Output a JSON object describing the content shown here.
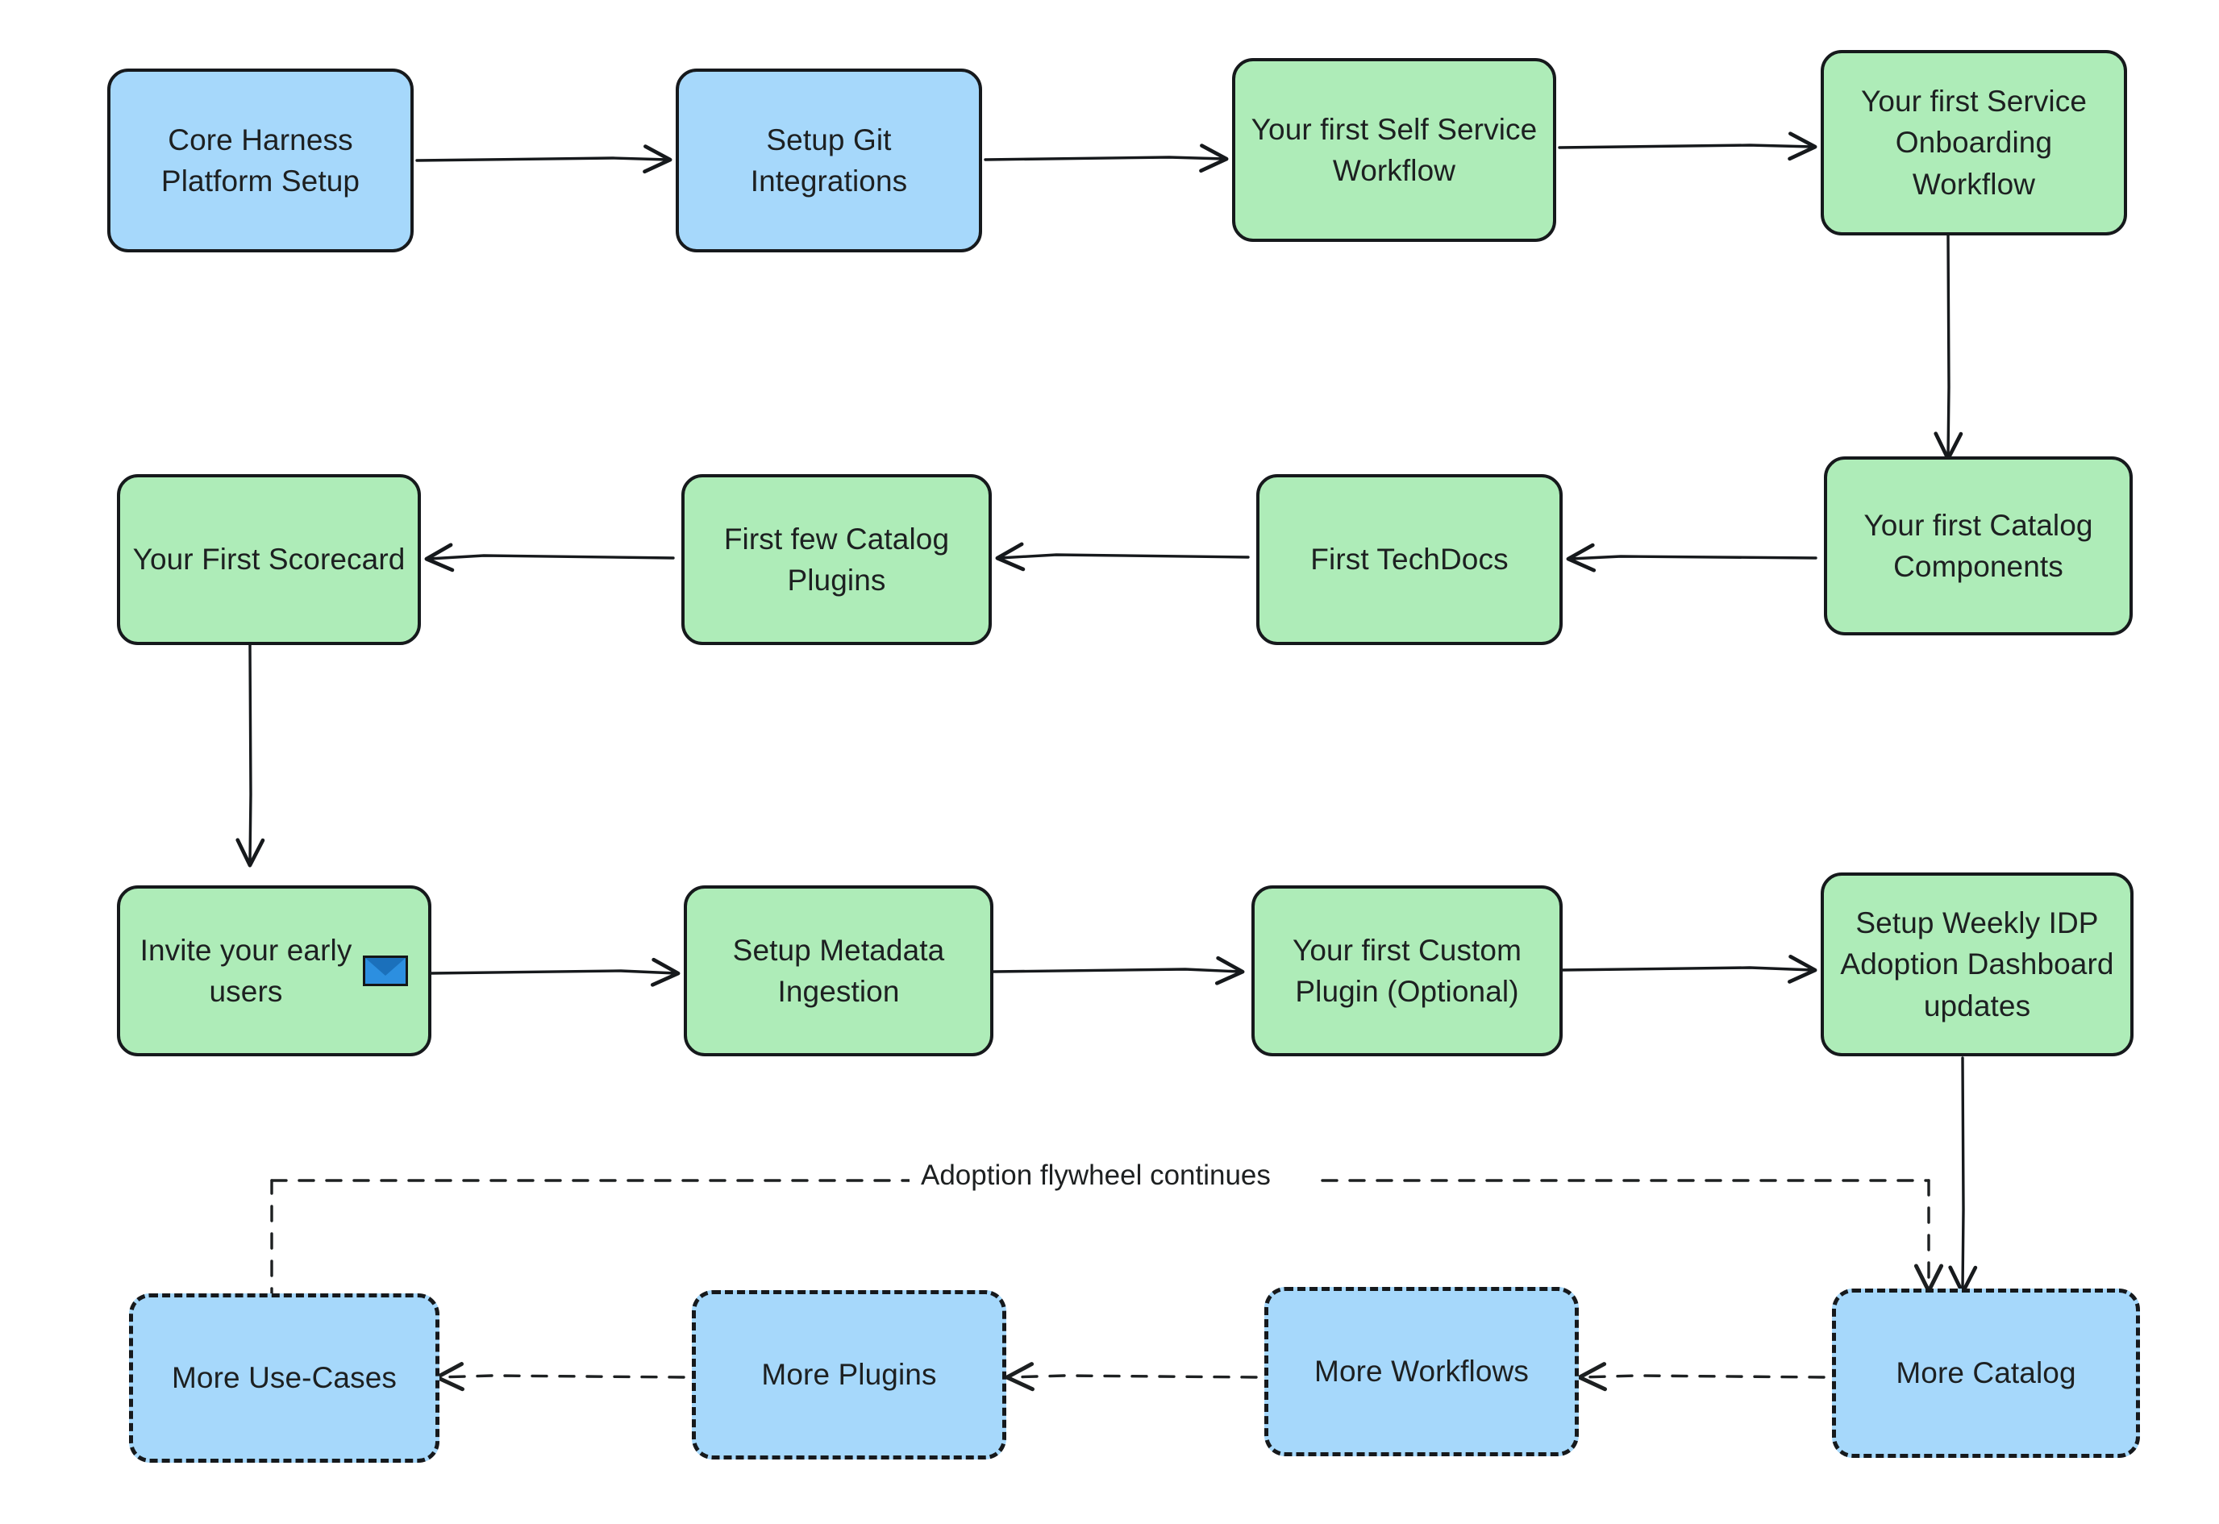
{
  "diagram": {
    "title": "Harness IDP adoption flywheel flowchart",
    "background": "#ffffff",
    "colors": {
      "blue_fill": "#a6d8fb",
      "green_fill": "#aeecb8",
      "stroke": "#16191c",
      "text": "#1d2021",
      "envelope_blue": "#2c8fe0"
    },
    "rows": [
      {
        "name": "row-1-foundation",
        "nodes": [
          {
            "id": "core-harness-platform-setup",
            "label": "Core Harness\nPlatform Setup",
            "fill": "blue",
            "style": "solid"
          },
          {
            "id": "setup-git-integrations",
            "label": "Setup Git\nIntegrations",
            "fill": "blue",
            "style": "solid"
          },
          {
            "id": "your-first-self-service-workflow",
            "label": "Your first Self Service\nWorkflow",
            "fill": "green",
            "style": "solid"
          },
          {
            "id": "your-first-service-onboarding-workflow",
            "label": "Your first Service\nOnboarding\nWorkflow",
            "fill": "green",
            "style": "solid"
          }
        ]
      },
      {
        "name": "row-2-catalog",
        "nodes": [
          {
            "id": "your-first-scorecard",
            "label": "Your First Scorecard",
            "fill": "green",
            "style": "solid"
          },
          {
            "id": "first-few-catalog-plugins",
            "label": "First few Catalog\nPlugins",
            "fill": "green",
            "style": "solid"
          },
          {
            "id": "first-techdocs",
            "label": "First TechDocs",
            "fill": "green",
            "style": "solid"
          },
          {
            "id": "your-first-catalog-components",
            "label": "Your first Catalog\nComponents",
            "fill": "green",
            "style": "solid"
          }
        ]
      },
      {
        "name": "row-3-adoption",
        "nodes": [
          {
            "id": "invite-your-early-users",
            "label": "Invite your early\nusers",
            "fill": "green",
            "style": "solid",
            "icon": "envelope-icon"
          },
          {
            "id": "setup-metadata-ingestion",
            "label": "Setup Metadata\nIngestion",
            "fill": "green",
            "style": "solid"
          },
          {
            "id": "your-first-custom-plugin",
            "label": "Your first Custom\nPlugin (Optional)",
            "fill": "green",
            "style": "solid"
          },
          {
            "id": "setup-weekly-idp-adoption-dashboard-updates",
            "label": "Setup Weekly IDP\nAdoption Dashboard\nupdates",
            "fill": "green",
            "style": "solid"
          }
        ]
      },
      {
        "name": "row-4-scale",
        "nodes": [
          {
            "id": "more-use-cases",
            "label": "More Use-Cases",
            "fill": "blue",
            "style": "dashed"
          },
          {
            "id": "more-plugins",
            "label": "More Plugins",
            "fill": "blue",
            "style": "dashed"
          },
          {
            "id": "more-workflows",
            "label": "More Workflows",
            "fill": "blue",
            "style": "dashed"
          },
          {
            "id": "more-catalog",
            "label": "More Catalog",
            "fill": "blue",
            "style": "dashed"
          }
        ]
      }
    ],
    "edge_labels": {
      "adoption_flywheel": "Adoption flywheel continues"
    },
    "edges": [
      {
        "from": "core-harness-platform-setup",
        "to": "setup-git-integrations",
        "style": "solid"
      },
      {
        "from": "setup-git-integrations",
        "to": "your-first-self-service-workflow",
        "style": "solid"
      },
      {
        "from": "your-first-self-service-workflow",
        "to": "your-first-service-onboarding-workflow",
        "style": "solid"
      },
      {
        "from": "your-first-service-onboarding-workflow",
        "to": "your-first-catalog-components",
        "style": "solid"
      },
      {
        "from": "your-first-catalog-components",
        "to": "first-techdocs",
        "style": "solid"
      },
      {
        "from": "first-techdocs",
        "to": "first-few-catalog-plugins",
        "style": "solid"
      },
      {
        "from": "first-few-catalog-plugins",
        "to": "your-first-scorecard",
        "style": "solid"
      },
      {
        "from": "your-first-scorecard",
        "to": "invite-your-early-users",
        "style": "solid"
      },
      {
        "from": "invite-your-early-users",
        "to": "setup-metadata-ingestion",
        "style": "solid"
      },
      {
        "from": "setup-metadata-ingestion",
        "to": "your-first-custom-plugin",
        "style": "solid"
      },
      {
        "from": "your-first-custom-plugin",
        "to": "setup-weekly-idp-adoption-dashboard-updates",
        "style": "solid"
      },
      {
        "from": "setup-weekly-idp-adoption-dashboard-updates",
        "to": "more-catalog",
        "style": "solid"
      },
      {
        "from": "more-catalog",
        "to": "more-workflows",
        "style": "dashed"
      },
      {
        "from": "more-workflows",
        "to": "more-plugins",
        "style": "dashed"
      },
      {
        "from": "more-plugins",
        "to": "more-use-cases",
        "style": "dashed"
      },
      {
        "from": "more-use-cases",
        "to": "more-catalog",
        "style": "dashed",
        "label": "Adoption flywheel continues"
      }
    ]
  }
}
